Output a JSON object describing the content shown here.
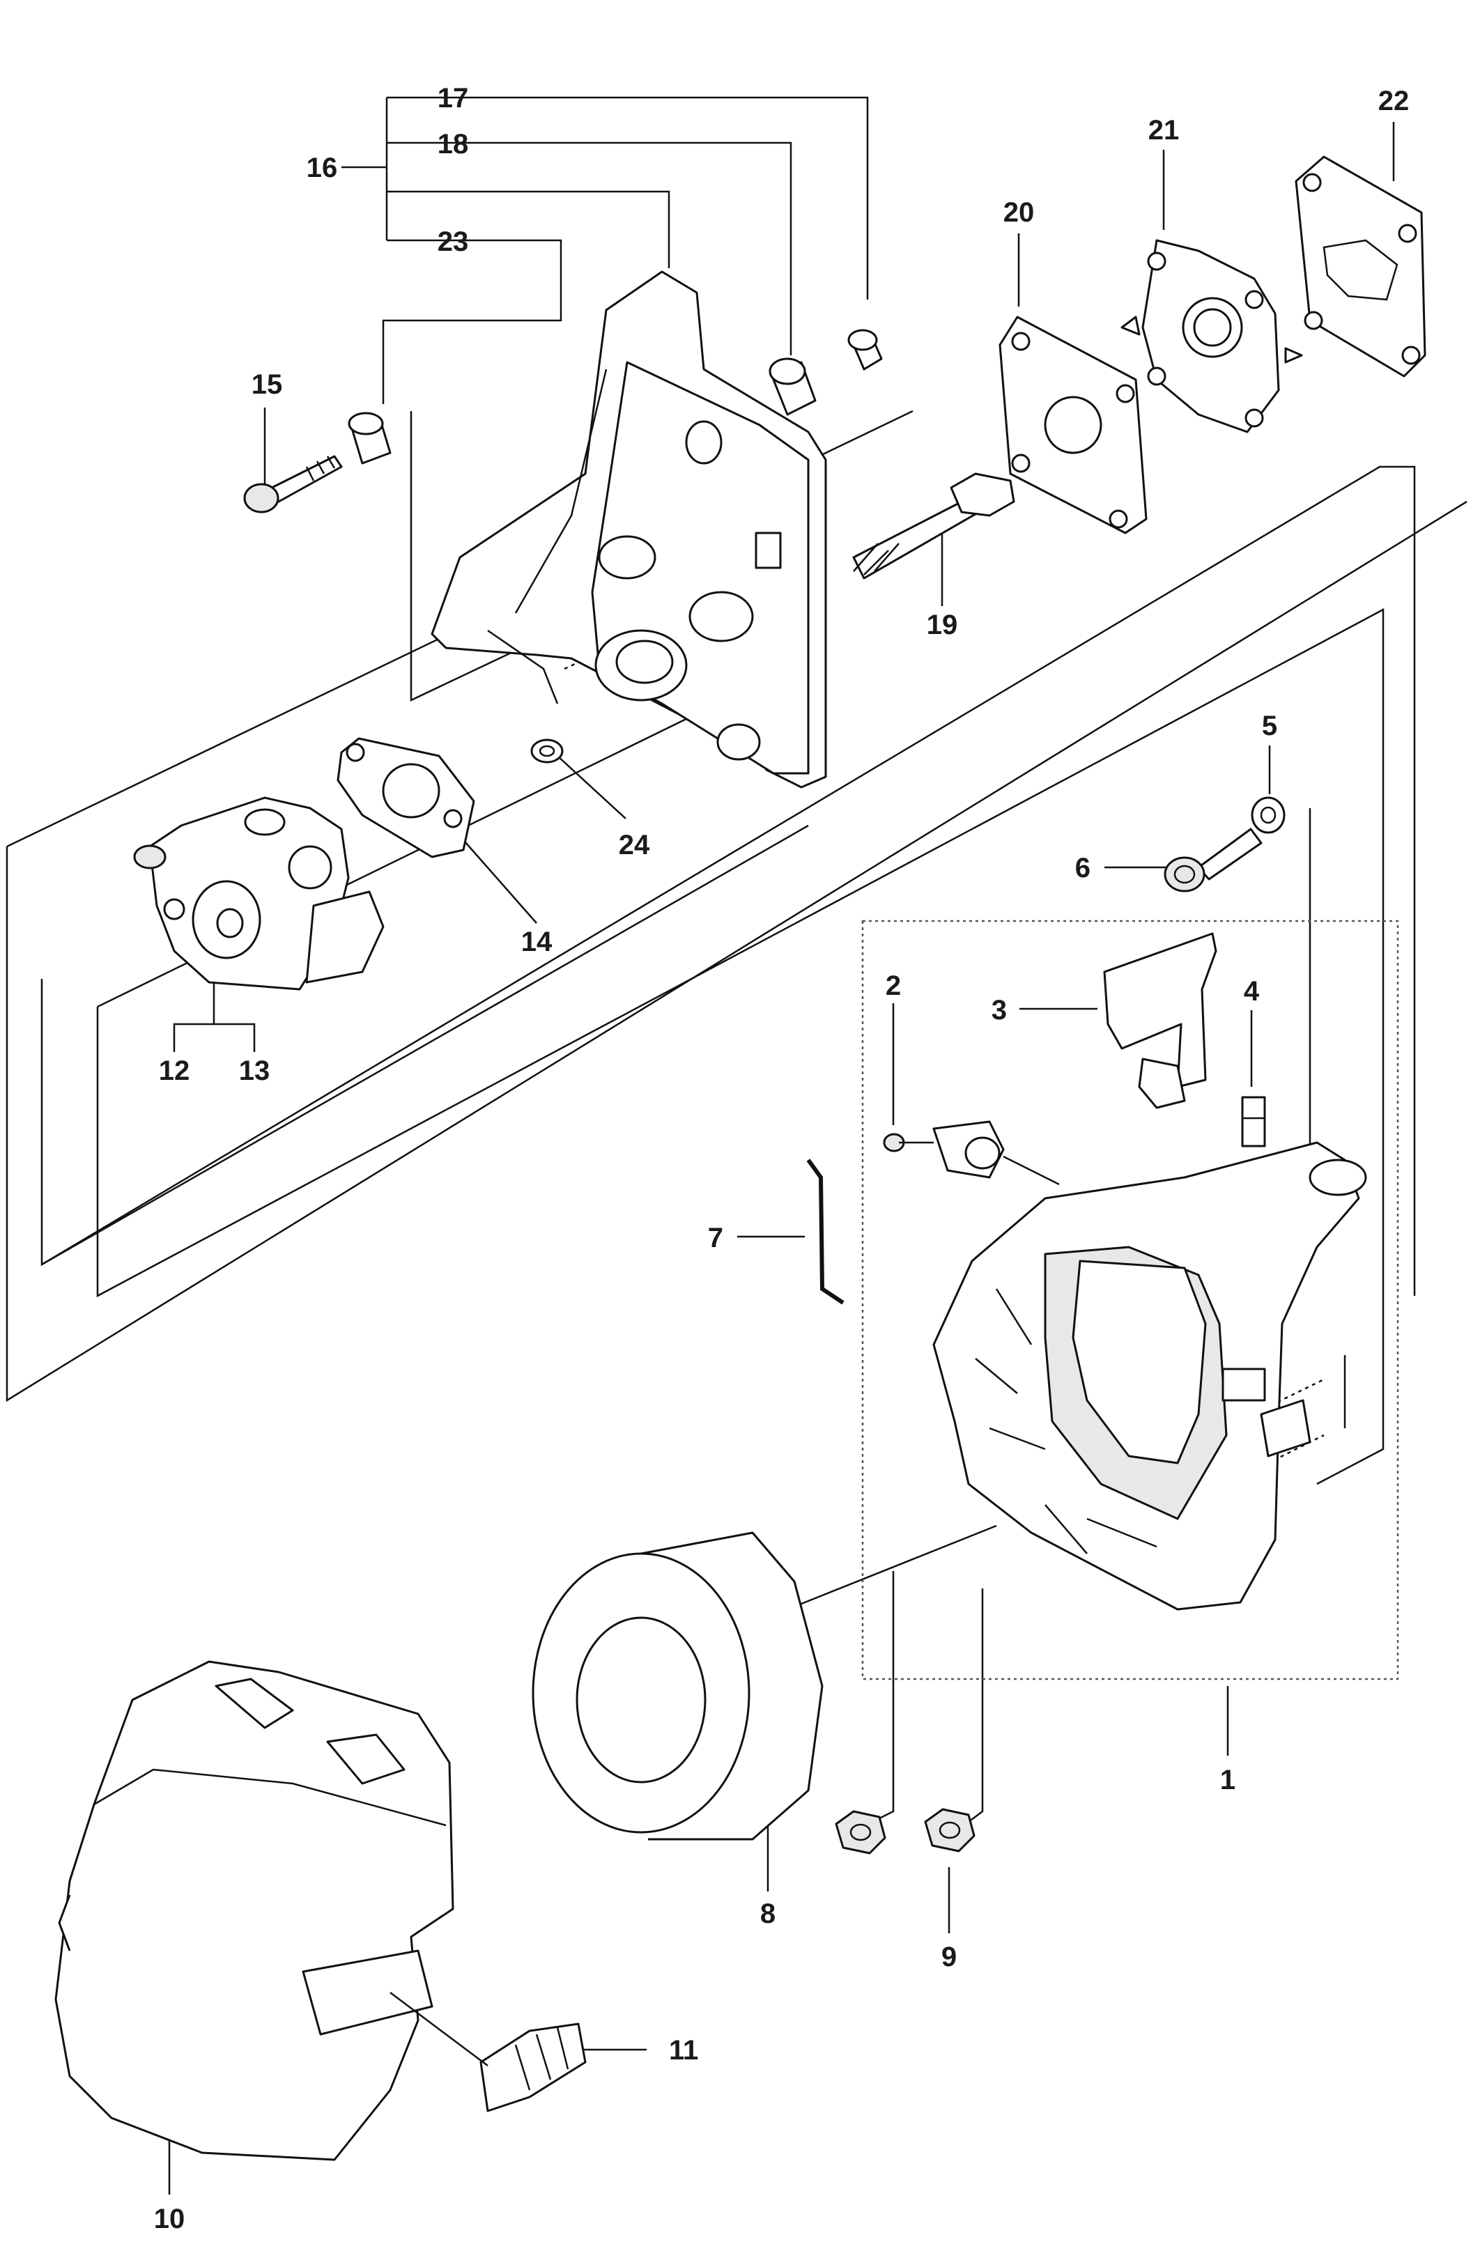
{
  "diagram": {
    "labels": {
      "p1": "1",
      "p2": "2",
      "p3": "3",
      "p4": "4",
      "p5": "5",
      "p6": "6",
      "p7": "7",
      "p8": "8",
      "p9": "9",
      "p10": "10",
      "p11": "11",
      "p12": "12",
      "p13": "13",
      "p14": "14",
      "p15": "15",
      "p16": "16",
      "p17": "17",
      "p18": "18",
      "p19": "19",
      "p20": "20",
      "p21": "21",
      "p22": "22",
      "p23": "23",
      "p24": "24"
    },
    "colors": {
      "line": "#111111",
      "fill": "#ffffff",
      "shade": "#e8e8e8",
      "dotted_box": "#555555"
    }
  }
}
